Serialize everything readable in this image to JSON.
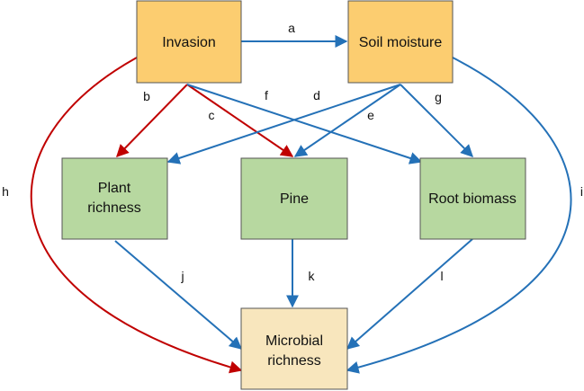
{
  "colors": {
    "orange_fill": "#FCCD70",
    "green_fill": "#B7D8A0",
    "cream_fill": "#F8E6BD",
    "box_stroke": "#555555",
    "blue_arrow": "#2471B7",
    "red_arrow": "#C00000"
  },
  "nodes": {
    "invasion": {
      "lines": [
        "Invasion"
      ]
    },
    "soil_moisture": {
      "lines": [
        "Soil moisture"
      ]
    },
    "plant_richness": {
      "lines": [
        "Plant",
        "richness"
      ]
    },
    "pine": {
      "lines": [
        "Pine"
      ]
    },
    "root_biomass": {
      "lines": [
        "Root biomass"
      ]
    },
    "microbial_richness": {
      "lines": [
        "Microbial",
        "richness"
      ]
    }
  },
  "edges": [
    {
      "label": "a",
      "from": "Invasion",
      "to": "Soil moisture",
      "color": "blue"
    },
    {
      "label": "b",
      "from": "Invasion",
      "to": "Plant richness",
      "color": "red"
    },
    {
      "label": "c",
      "from": "Invasion",
      "to": "Pine",
      "color": "red"
    },
    {
      "label": "f",
      "from": "Invasion",
      "to": "Root biomass",
      "color": "blue"
    },
    {
      "label": "d",
      "from": "Soil moisture",
      "to": "Plant richness",
      "color": "blue"
    },
    {
      "label": "e",
      "from": "Soil moisture",
      "to": "Pine",
      "color": "blue"
    },
    {
      "label": "g",
      "from": "Soil moisture",
      "to": "Root biomass",
      "color": "blue"
    },
    {
      "label": "h",
      "from": "Invasion",
      "to": "Microbial richness",
      "color": "red"
    },
    {
      "label": "i",
      "from": "Soil moisture",
      "to": "Microbial richness",
      "color": "blue"
    },
    {
      "label": "j",
      "from": "Plant richness",
      "to": "Microbial richness",
      "color": "blue"
    },
    {
      "label": "k",
      "from": "Pine",
      "to": "Microbial richness",
      "color": "blue"
    },
    {
      "label": "l",
      "from": "Root biomass",
      "to": "Microbial richness",
      "color": "blue"
    }
  ]
}
